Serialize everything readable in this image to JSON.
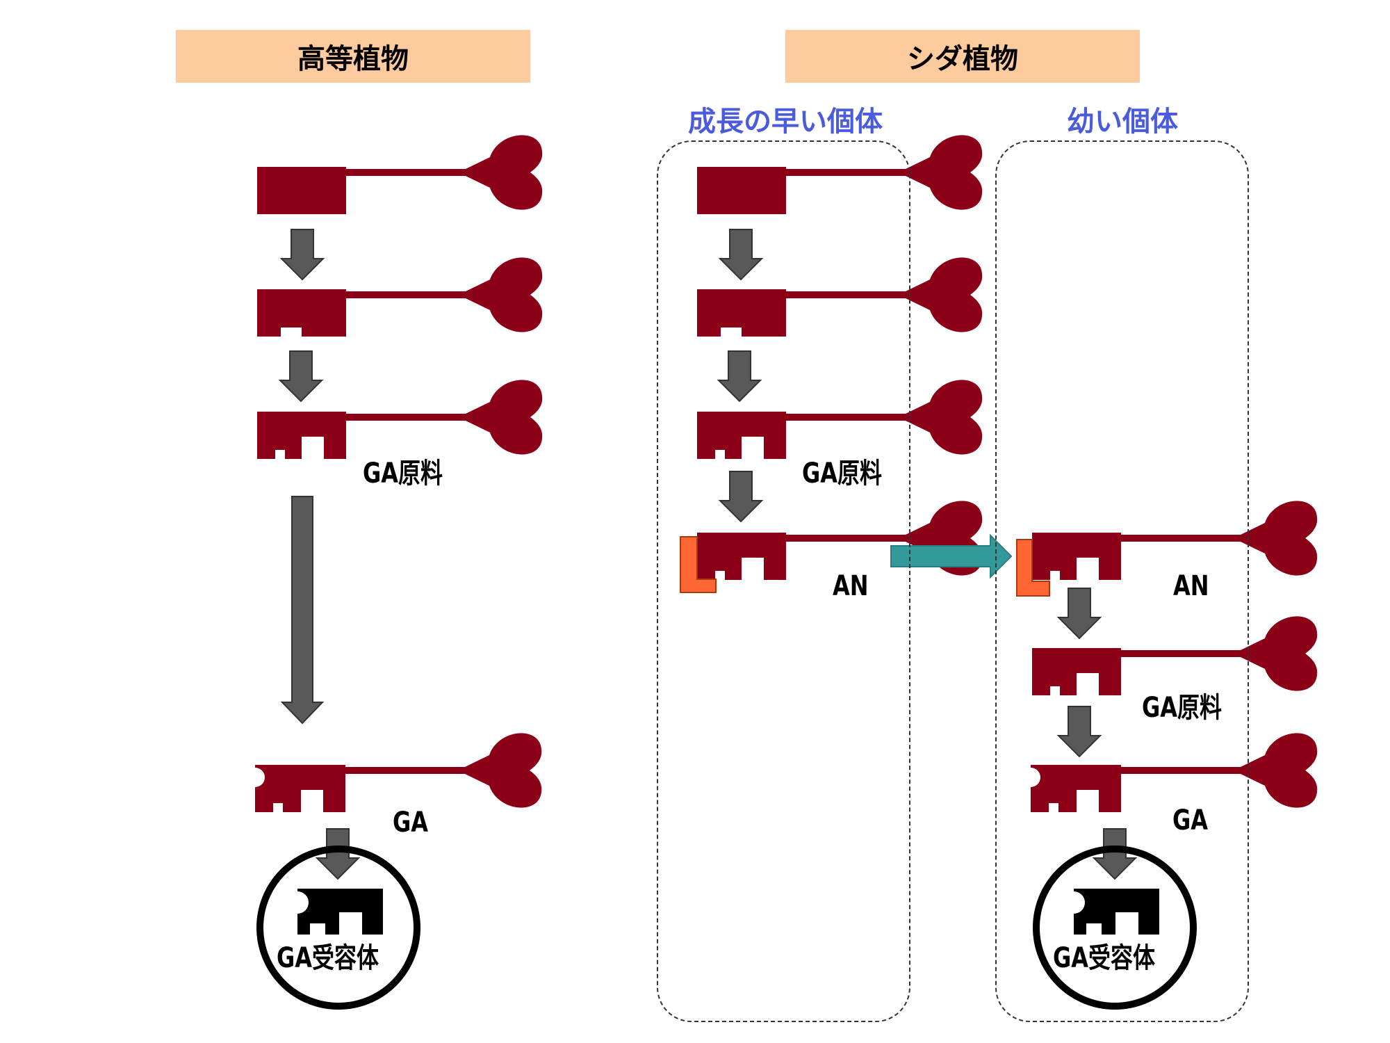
{
  "higher_plants": {
    "header": "高等植物",
    "label_ga_precursor": "GA原料",
    "label_ga": "GA",
    "label_receptor": "GA受容体"
  },
  "ferns": {
    "header": "シダ植物",
    "early_growth": {
      "title": "成長の早い個体",
      "label_ga_precursor": "GA原料",
      "label_an": "AN"
    },
    "young": {
      "title": "幼い個体",
      "label_an": "AN",
      "label_ga_precursor": "GA原料",
      "label_ga": "GA",
      "label_receptor": "GA受容体"
    }
  },
  "colors": {
    "header_bg": "#fdcb9e",
    "key": "#8b0016",
    "arrow": "#595959",
    "transfer_arrow": "#33999a",
    "an_tag": "#ff6633",
    "subtitle": "#4a5bdc"
  }
}
